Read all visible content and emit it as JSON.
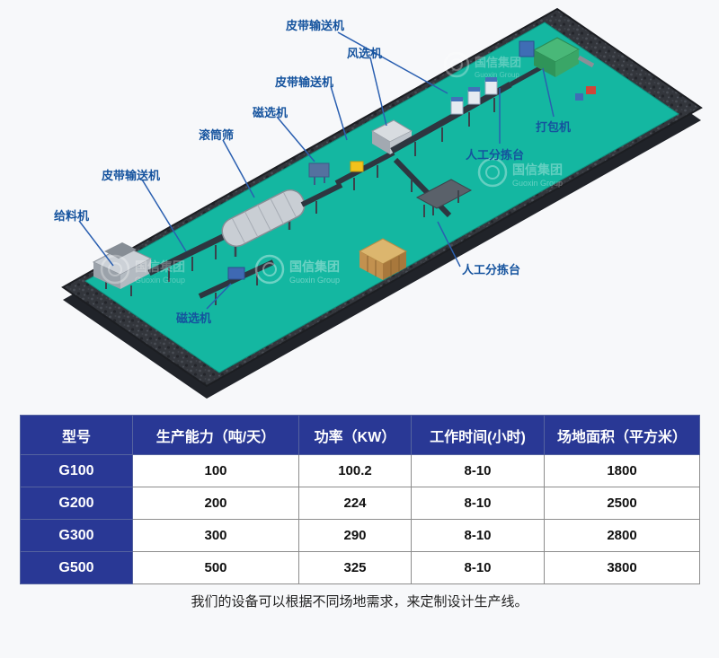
{
  "watermark": {
    "cn": "国信集团",
    "en": "Guoxin Group"
  },
  "scene": {
    "labels": [
      {
        "name": "belt-conveyor-top",
        "text": "皮带输送机"
      },
      {
        "name": "air-separator",
        "text": "风选机"
      },
      {
        "name": "belt-conveyor-middle",
        "text": "皮带输送机"
      },
      {
        "name": "magnetic-separator-middle",
        "text": "磁选机"
      },
      {
        "name": "trommel-screen",
        "text": "滚筒筛"
      },
      {
        "name": "belt-conveyor-left",
        "text": "皮带输送机"
      },
      {
        "name": "feeder",
        "text": "给料机"
      },
      {
        "name": "magnetic-separator-bottom",
        "text": "磁选机"
      },
      {
        "name": "baler",
        "text": "打包机"
      },
      {
        "name": "manual-sorting-upper",
        "text": "人工分拣台"
      },
      {
        "name": "manual-sorting-lower",
        "text": "人工分拣台"
      }
    ]
  },
  "table": {
    "headers": [
      "型号",
      "生产能力（吨/天）",
      "功率（KW）",
      "工作时间(小时)",
      "场地面积（平方米）"
    ],
    "rows": [
      {
        "model": "G100",
        "capacity": "100",
        "power": "100.2",
        "hours": "8-10",
        "area": "1800"
      },
      {
        "model": "G200",
        "capacity": "200",
        "power": "224",
        "hours": "8-10",
        "area": "2500"
      },
      {
        "model": "G300",
        "capacity": "300",
        "power": "290",
        "hours": "8-10",
        "area": "2800"
      },
      {
        "model": "G500",
        "capacity": "500",
        "power": "325",
        "hours": "8-10",
        "area": "3800"
      }
    ]
  },
  "caption": "我们的设备可以根据不同场地需求，来定制设计生产线。",
  "colors": {
    "accent_blue": "#15539e",
    "table_navy": "#293895",
    "floor_teal": "#14b7a1"
  }
}
